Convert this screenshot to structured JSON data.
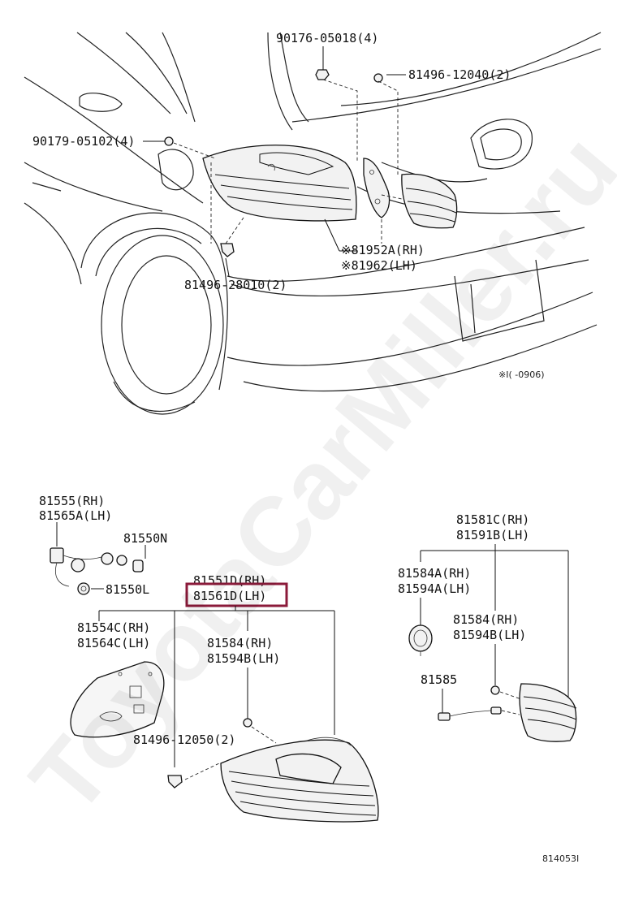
{
  "watermark": "ToyotaCarMiller.ru",
  "top_labels": {
    "bolt_90176": "90176-05018(4)",
    "nut_81496_12040": "81496-12040(2)",
    "screw_90179": "90179-05102(4)",
    "lamp_81952A": "※81952A(RH)",
    "lamp_81962": "※81962(LH)",
    "clip_81496_28010": "81496-28010(2)",
    "note_range": "※I(   -0906)"
  },
  "bottom_labels": {
    "socket_81555": "81555(RH)",
    "socket_81565A": "81565A(LH)",
    "bulb_81550N": "81550N",
    "bulb_81550L": "81550L",
    "lamp_81551D": "81551D(RH)",
    "lamp_81561D": "81561D(LH)",
    "gasket_81554C": "81554C(RH)",
    "gasket_81564C": "81564C(LH)",
    "nut_81584_a": "81584(RH)",
    "nut_81594B_a": "81594B(LH)",
    "clip_81496_12050": "81496-12050(2)",
    "lamp_81581C": "81581C(RH)",
    "lamp_81591B": "81591B(LH)",
    "socket_81584A": "81584A(RH)",
    "socket_81594A": "81594A(LH)",
    "nut_81584_b": "81584(RH)",
    "nut_81594B_b": "81594B(LH)",
    "bulb_81585": "81585",
    "figure_id": "814053I"
  },
  "highlight": {
    "part": "81561D(LH)",
    "color": "#8b1a3a"
  }
}
